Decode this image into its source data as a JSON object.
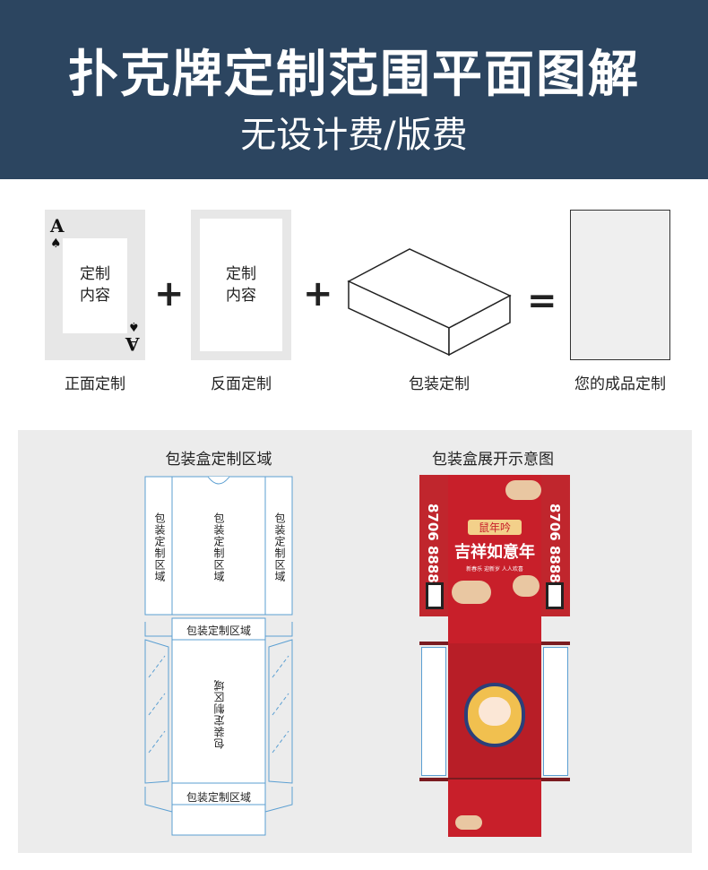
{
  "header": {
    "title": "扑克牌定制范围平面图解",
    "subtitle": "无设计费/版费"
  },
  "cards": {
    "front": {
      "pip_rank": "A",
      "pip_suit": "♠",
      "content_line1": "定制",
      "content_line2": "内容",
      "caption": "正面定制"
    },
    "back": {
      "content_line1": "定制",
      "content_line2": "内容",
      "caption": "反面定制"
    },
    "box": {
      "caption": "包装定制"
    },
    "result": {
      "caption": "您的成品定制"
    },
    "plus": "+",
    "equals": "="
  },
  "bottom": {
    "left_title": "包装盒定制区域",
    "right_title": "包装盒展开示意图",
    "region_label": "包装定制区域"
  },
  "sample": {
    "phone": "8706 8888",
    "year_badge": "鼠年吟",
    "headline": "吉祥如意年",
    "slogan": "新春乐  迎新岁  人人欢喜"
  }
}
